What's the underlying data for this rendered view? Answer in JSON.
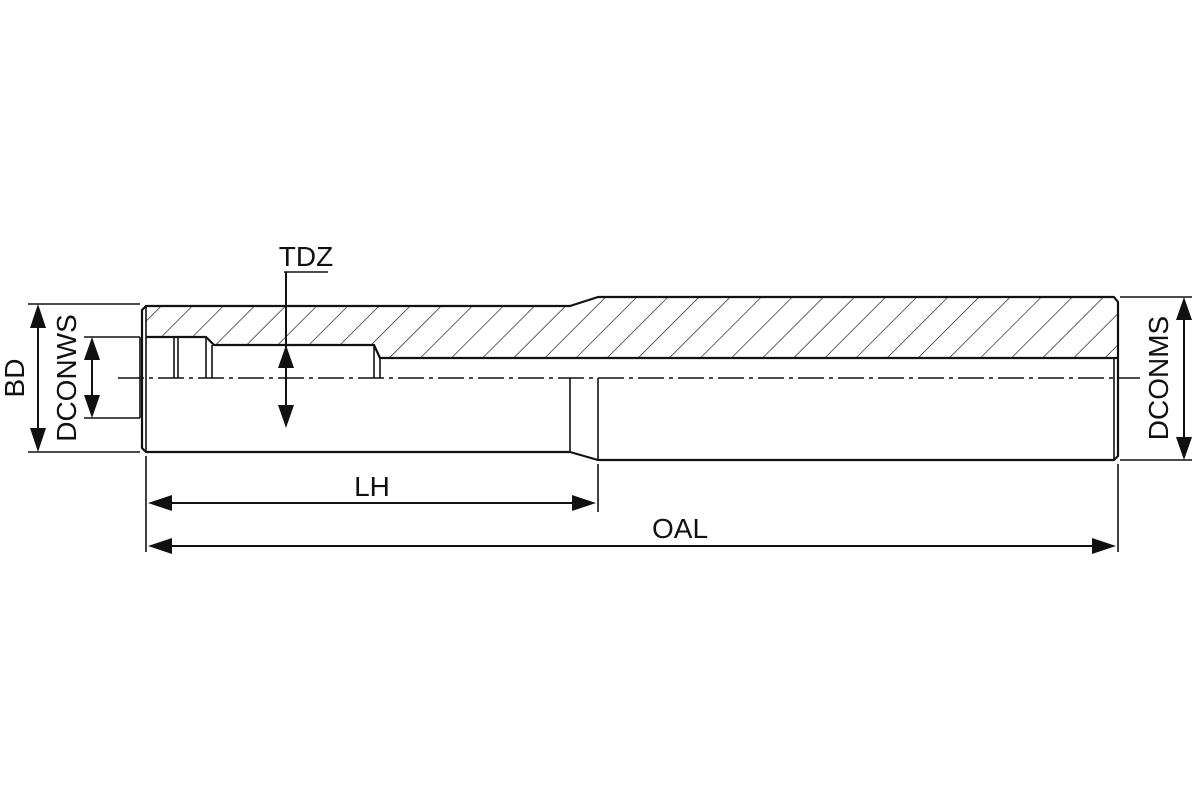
{
  "labels": {
    "tdz": "TDZ",
    "bd": "BD",
    "dconws": "DCONWS",
    "dconms": "DCONMS",
    "lh": "LH",
    "oal": "OAL"
  },
  "colors": {
    "line": "#111111",
    "background": "#ffffff"
  }
}
